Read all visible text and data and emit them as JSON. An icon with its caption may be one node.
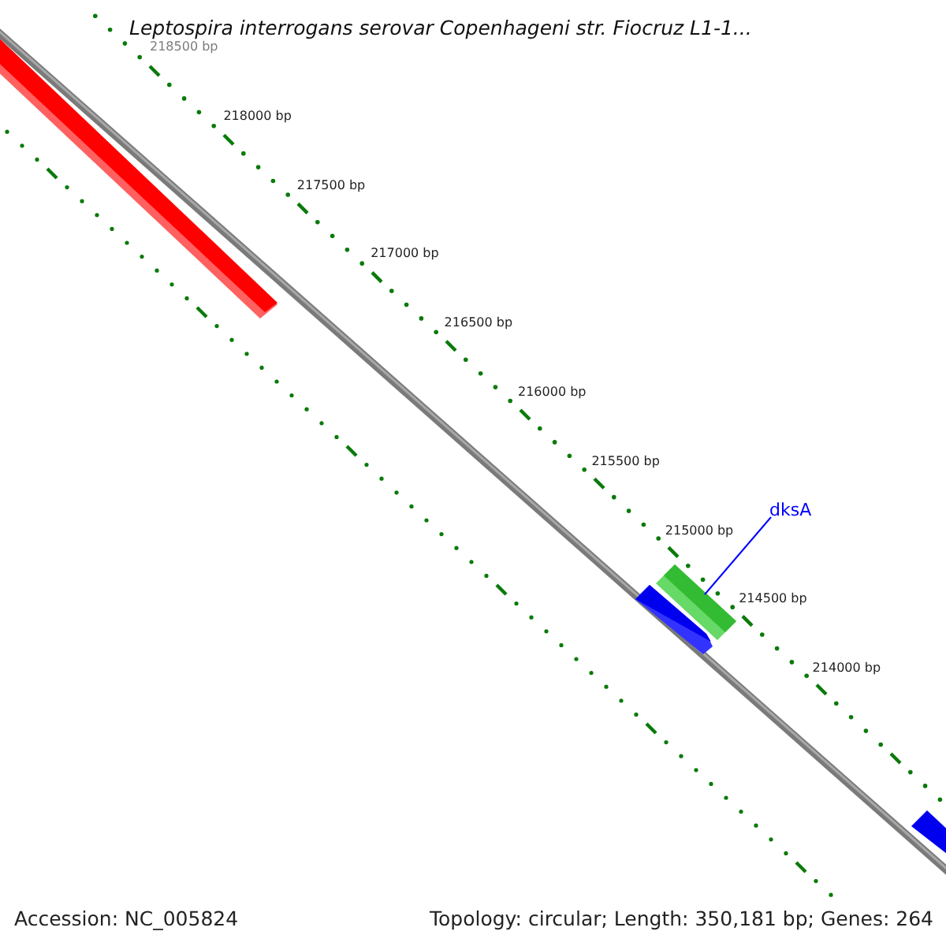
{
  "diagram": {
    "title": "Leptospira interrogans serovar Copenhageni str. Fiocruz L1-1...",
    "nodes": [
      {
        "text": [
          "dksA"
        ]
      },
      {
        "text": [],
        "shape": "bar"
      }
    ],
    "edges": [
      {
        "from": 0,
        "to": 1,
        "arrow": "none",
        "color": "#0000ff"
      }
    ],
    "labels": [
      "218500 bp",
      "218000 bp",
      "217500 bp",
      "217000 bp",
      "216500 bp",
      "216000 bp",
      "215500 bp",
      "215000 bp",
      "214500 bp",
      "214000 bp",
      "Accession: NC_005824",
      "Topology: circular; Length: 350,181 bp; Genes: 264"
    ]
  }
}
